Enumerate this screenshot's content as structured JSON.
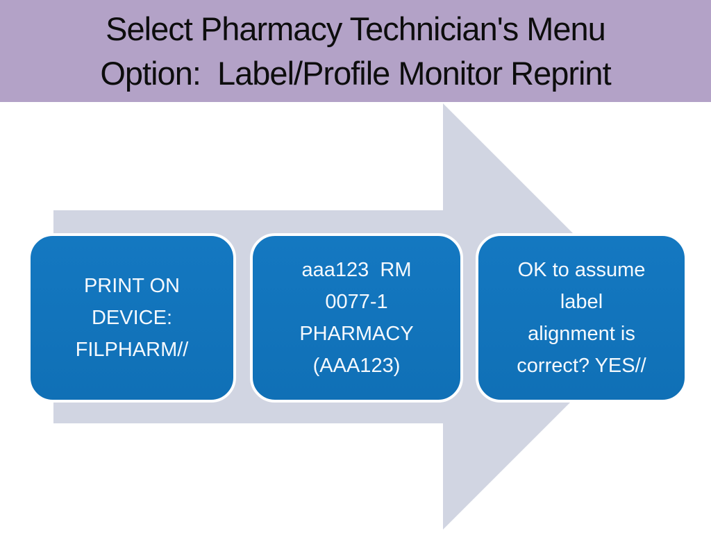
{
  "slide": {
    "title": {
      "line1": "Select Pharmacy Technician's Menu",
      "line2": "Option:  Label/Profile Monitor Reprint"
    },
    "process_boxes": [
      {
        "lines": [
          "PRINT ON",
          "DEVICE:",
          "FILPHARM//"
        ]
      },
      {
        "lines": [
          "aaa123  RM",
          "0077-1",
          "PHARMACY",
          "(AAA123)"
        ]
      },
      {
        "lines": [
          "OK to assume",
          "label",
          "alignment is",
          "correct? YES//"
        ]
      }
    ],
    "colors": {
      "header_bg": "#B3A2C7",
      "title_text": "#0D0D0D",
      "box_fill": "#1173BB",
      "box_border": "#FFFFFF",
      "box_text": "#FFFFFF",
      "arrow_fill": "#D1D5E2",
      "slide_bg": "#FFFFFF"
    }
  }
}
